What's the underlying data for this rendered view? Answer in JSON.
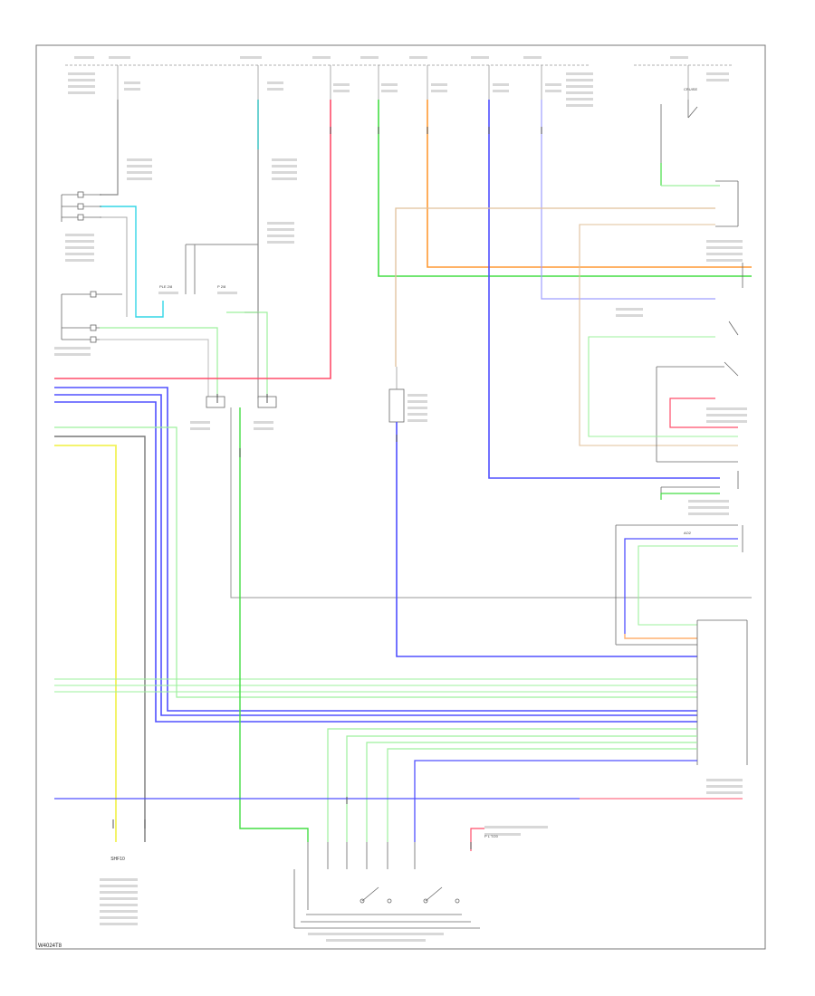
{
  "diagram": {
    "footer_code": "W4024T8",
    "labels": {
      "c1": "SHF10",
      "c2": "PLE 2/8",
      "c3": "P 2/8",
      "c4": "AO2",
      "c5": "P L T/20",
      "c6": "CRUISE"
    },
    "colors": {
      "red": "#ff4d6a",
      "blue": "#5050ff",
      "green": "#44dd44",
      "orange": "#ff9933",
      "light_green": "#9df09d",
      "yellow": "#f2f25a",
      "cyan": "#33d6e6",
      "teal": "#2fbfbf",
      "gray": "#888888",
      "lavender": "#9f9fff",
      "tan": "#e0c09a",
      "light_orange": "#ffb070"
    }
  }
}
